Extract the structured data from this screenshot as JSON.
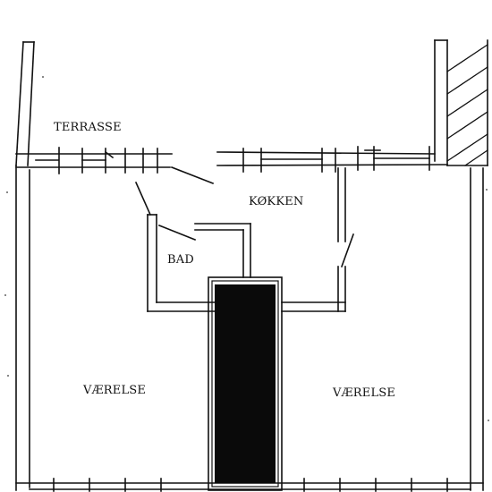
{
  "rooms": {
    "terrace": "TERRASSE",
    "kitchen": "KØKKEN",
    "bath": "BAD",
    "room_left": "VÆRELSE",
    "room_right": "VÆRELSE"
  },
  "colors": {
    "line": "#111111",
    "chimney_fill": "#0a0a0a",
    "background": "#ffffff"
  }
}
